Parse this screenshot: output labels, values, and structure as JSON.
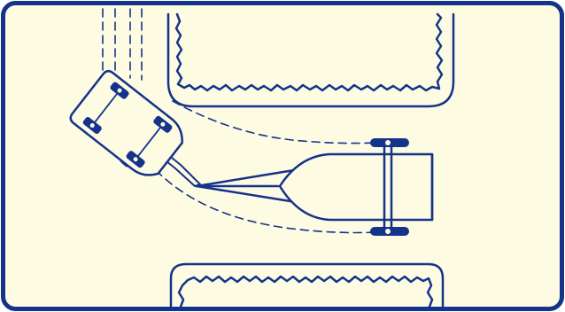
{
  "colors": {
    "ink": "#14338a",
    "background": "#fdfbe2",
    "border": "#14338a"
  },
  "elements": {
    "frame": "rounded-border-frame",
    "top_lot": "upper-planter-bed",
    "bottom_lot": "lower-planter-bed",
    "tow_vehicle": "tow-vehicle-top-view",
    "trailer": "boat-trailer-top-view",
    "tracks": "dashed-wheel-tracks"
  }
}
